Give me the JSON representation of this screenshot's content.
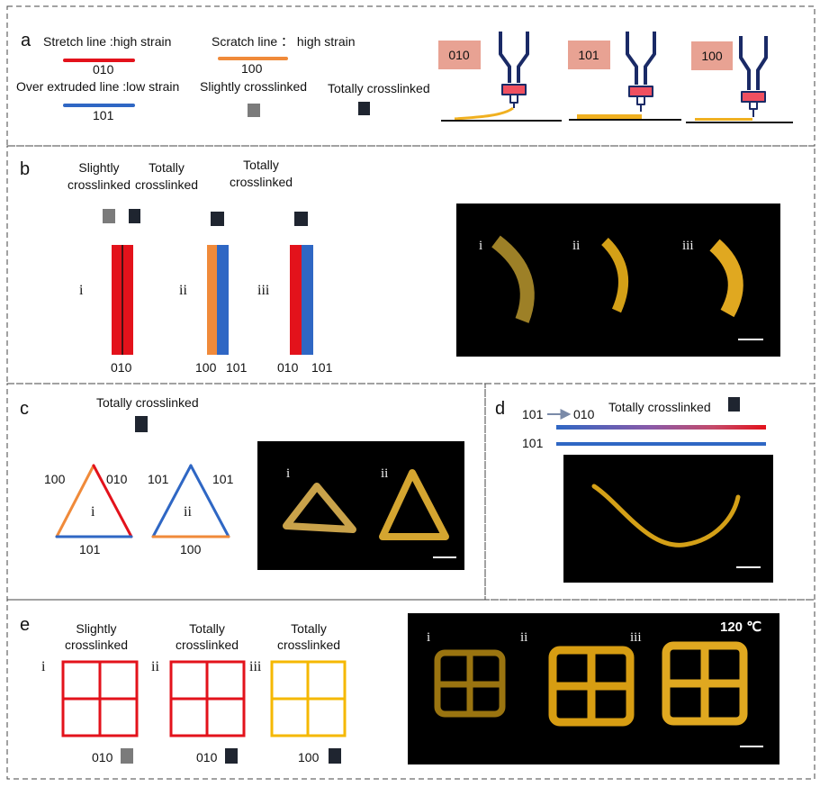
{
  "colors": {
    "stretch": "#e3121b",
    "scratch": "#f08a3a",
    "over_extruded": "#2f67c4",
    "slight": "#7b7b7b",
    "total": "#1f2530",
    "nozzle": "#1a2a66",
    "heater": "#f05060",
    "code_box": "#e8a293",
    "filament": "#f0b020",
    "photo_bg": "#000000",
    "photo_specimen": "#d4a017"
  },
  "icons": [
    "nozzle-icon",
    "heater-block-icon"
  ],
  "panel_a": {
    "label": "a",
    "stretch_text": "Stretch line :high strain",
    "stretch_code": "010",
    "scratch_text": "Scratch line ： high strain",
    "scratch_code": "100",
    "over_text": "Over extruded line :low strain",
    "over_code": "101",
    "slight_text": "Slightly crosslinked",
    "total_text": "Totally crosslinked",
    "printers": [
      {
        "code": "010"
      },
      {
        "code": "101"
      },
      {
        "code": "100"
      }
    ]
  },
  "panel_b": {
    "label": "b",
    "slight_text": "Slightly crosslinked",
    "slight_l1": "Slightly",
    "slight_l2": "crosslinked",
    "total_l1": "Totally",
    "total_l2": "crosslinked",
    "samples": [
      {
        "roman": "i",
        "codes": [
          "010"
        ]
      },
      {
        "roman": "ii",
        "codes": [
          "100",
          "101"
        ]
      },
      {
        "roman": "iii",
        "codes": [
          "010",
          "101"
        ]
      }
    ],
    "photo_labels": [
      "i",
      "ii",
      "iii"
    ]
  },
  "panel_c": {
    "label": "c",
    "title": "Totally crosslinked",
    "tri_i": {
      "roman": "i",
      "left": "100",
      "right": "010",
      "bottom": "101"
    },
    "tri_ii": {
      "roman": "ii",
      "left": "101",
      "right": "101",
      "bottom": "100"
    },
    "photo_labels": [
      "i",
      "ii"
    ]
  },
  "panel_d": {
    "label": "d",
    "from_code": "101",
    "to_code": "010",
    "title": "Totally crosslinked",
    "bottom_code": "101"
  },
  "panel_e": {
    "label": "e",
    "grids": [
      {
        "roman": "i",
        "l1": "Slightly",
        "l2": "crosslinked",
        "code": "010"
      },
      {
        "roman": "ii",
        "l1": "Totally",
        "l2": "crosslinked",
        "code": "010"
      },
      {
        "roman": "iii",
        "l1": "Totally",
        "l2": "crosslinked",
        "code": "100"
      }
    ],
    "photo_labels": [
      "i",
      "ii",
      "iii"
    ],
    "temperature": "120 ℃"
  }
}
